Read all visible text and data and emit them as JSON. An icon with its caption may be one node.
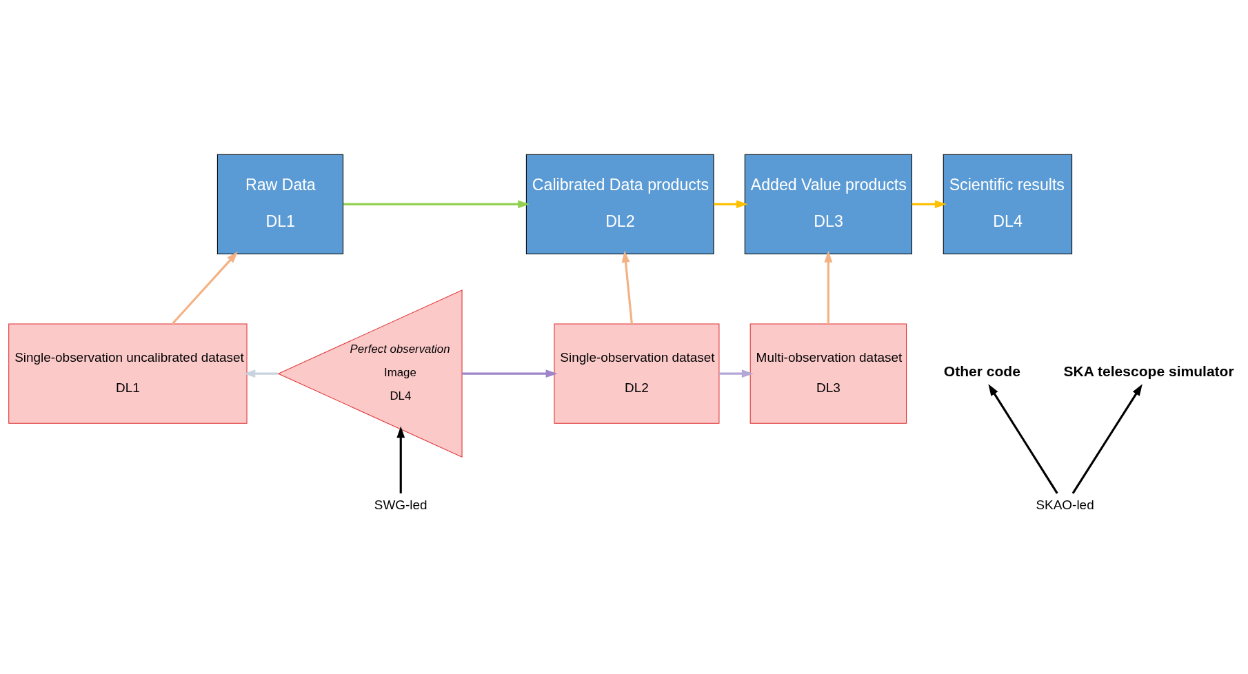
{
  "diagram": {
    "nodes": [
      {
        "text": [
          "Raw Data",
          "DL1"
        ]
      },
      {
        "text": [
          "Calibrated Data products",
          "DL2"
        ]
      },
      {
        "text": [
          "Added Value products",
          "DL3"
        ]
      },
      {
        "text": [
          "Scientific results",
          "DL4"
        ]
      },
      {
        "text": [
          "Single-observation uncalibrated dataset",
          "DL1"
        ]
      },
      {
        "text": [
          "Single-observation dataset",
          "DL2"
        ]
      },
      {
        "text": [
          "Multi-observation dataset",
          "DL3"
        ]
      },
      {
        "text": [
          "Perfect observation",
          "Image",
          "DL4"
        ]
      },
      {
        "text": [
          "Other code"
        ]
      },
      {
        "text": [
          "SKA telescope simulator"
        ]
      },
      {
        "text": [
          "SKAO-led"
        ]
      },
      {
        "text": [
          "SWG-led"
        ]
      }
    ],
    "edges": [
      {
        "from": 0,
        "to": 1,
        "arrow": "to",
        "color": "#92d050"
      },
      {
        "from": 1,
        "to": 2,
        "arrow": "to",
        "color": "#ffc000"
      },
      {
        "from": 2,
        "to": 3,
        "arrow": "to",
        "color": "#ffc000"
      },
      {
        "from": 4,
        "to": 0,
        "arrow": "to",
        "color": "#f4b183"
      },
      {
        "from": 5,
        "to": 1,
        "arrow": "to",
        "color": "#f4b183"
      },
      {
        "from": 6,
        "to": 2,
        "arrow": "to",
        "color": "#f4b183"
      },
      {
        "from": 5,
        "to": 6,
        "arrow": "to",
        "color": "#b4a7d6"
      },
      {
        "from": 7,
        "to": 4,
        "arrow": "to",
        "color": "#c9d3df"
      },
      {
        "from": 7,
        "to": 5,
        "arrow": "to",
        "color": "#9e85c9"
      },
      {
        "from": 10,
        "to": 8,
        "arrow": "to",
        "color": "#000000"
      },
      {
        "from": 10,
        "to": 9,
        "arrow": "to",
        "color": "#000000"
      },
      {
        "from": 11,
        "to": 7,
        "arrow": "to",
        "color": "#000000"
      }
    ]
  }
}
